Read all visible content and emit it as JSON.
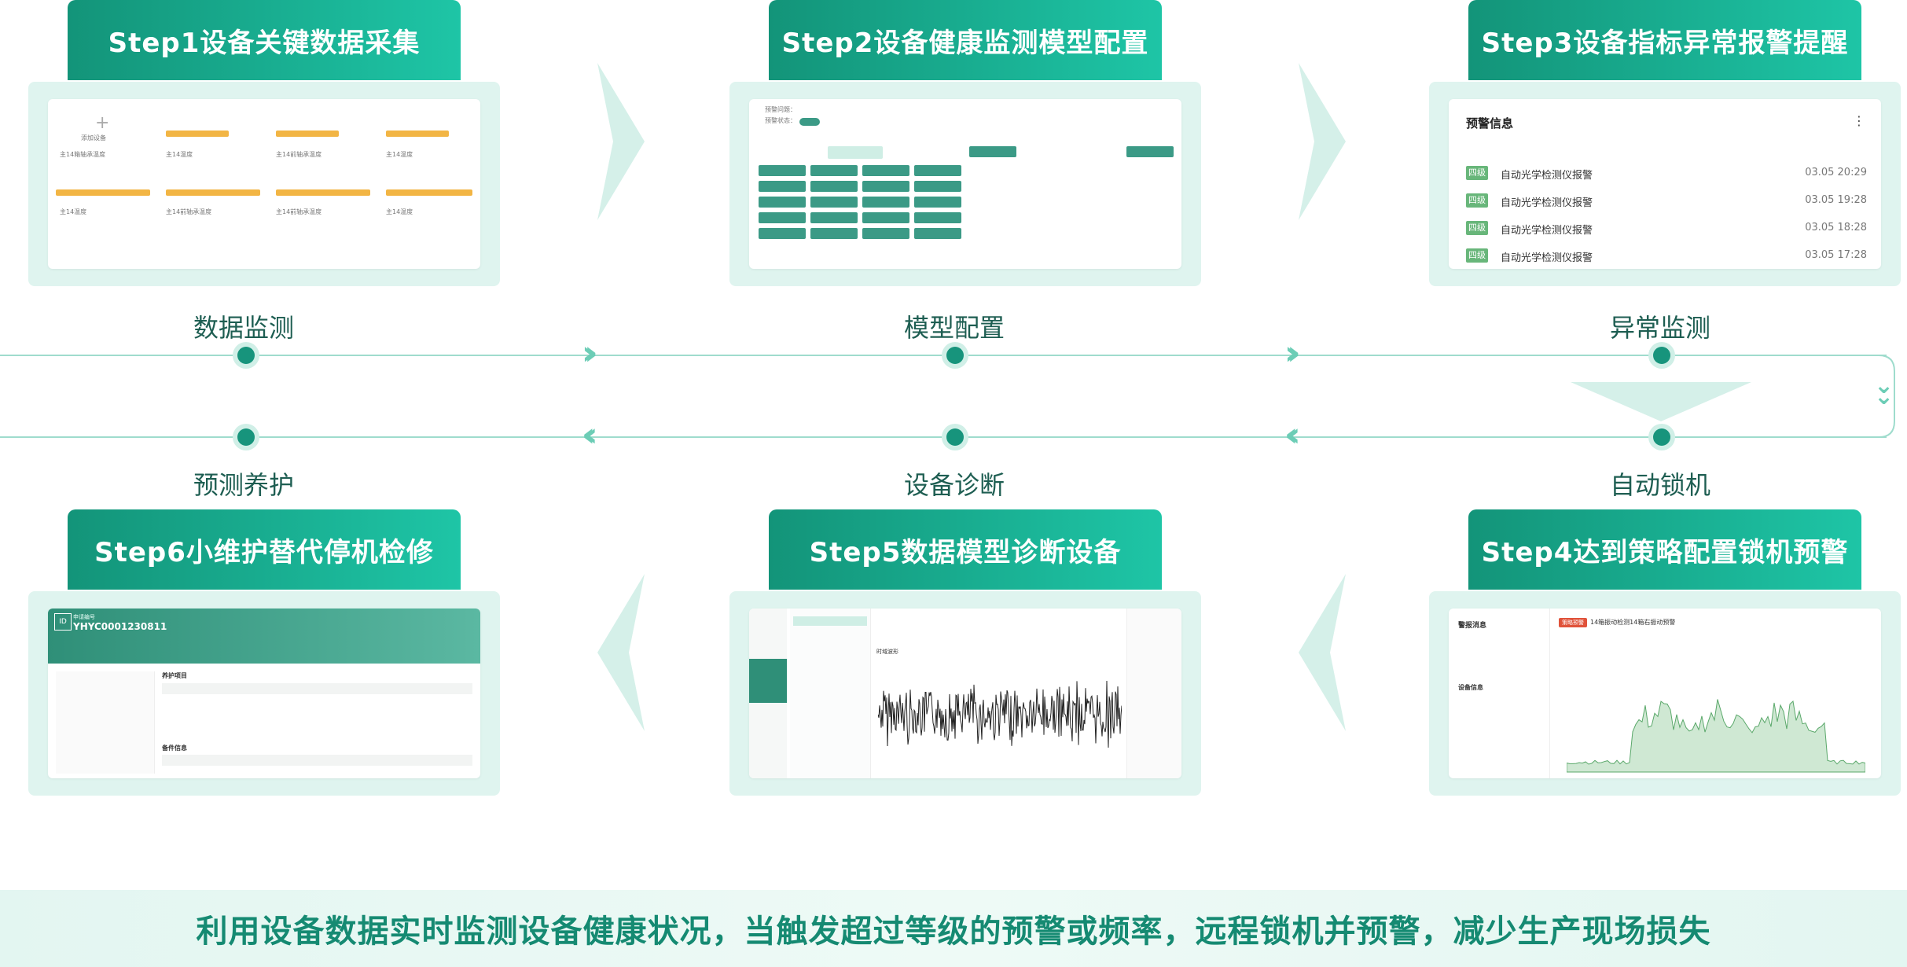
{
  "steps": {
    "s1": {
      "title": "Step1设备关键数据采集",
      "node": "数据监测"
    },
    "s2": {
      "title": "Step2设备健康监测模型配置",
      "node": "模型配置"
    },
    "s3": {
      "title": "Step3设备指标异常报警提醒",
      "node": "异常监测",
      "panel_title": "预警信息",
      "alerts": [
        {
          "level": "四级",
          "text": "自动光学检测仪报警",
          "time": "03.05 20:29"
        },
        {
          "level": "四级",
          "text": "自动光学检测仪报警",
          "time": "03.05 19:28"
        },
        {
          "level": "四级",
          "text": "自动光学检测仪报警",
          "time": "03.05 18:28"
        },
        {
          "level": "四级",
          "text": "自动光学检测仪报警",
          "time": "03.05 17:28"
        }
      ]
    },
    "s4": {
      "title": "Step4达到策略配置锁机预警",
      "node": "自动锁机",
      "panel_left_title": "警报消息",
      "panel_right_title": "14箱振动检测14箱右振动预警",
      "badge": "策略预警",
      "info_title": "设备信息"
    },
    "s5": {
      "title": "Step5数据模型诊断设备",
      "node": "设备诊断",
      "chart_title": "时域波形"
    },
    "s6": {
      "title": "Step6小维护替代停机检修",
      "node": "预测养护",
      "id_badge": "ID",
      "id_label": "申请编号",
      "id_value": "YHYC0001230811",
      "section1": "养护项目",
      "section2": "备件信息"
    }
  },
  "footer": "利用设备数据实时监测设备健康状况，当触发超过等级的预警或频率，远程锁机并预警，减少生产现场损失",
  "colors": {
    "primary": "#139479",
    "accent": "#1ec5a6",
    "line": "#9fdccd",
    "card_bg": "#dff4ef"
  }
}
